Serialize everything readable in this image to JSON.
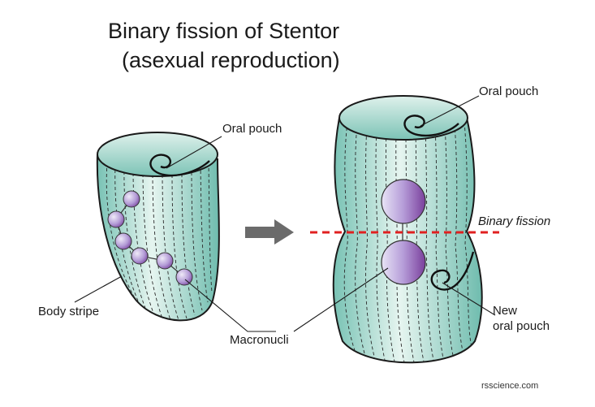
{
  "title_line1": "Binary fission of Stentor",
  "title_line2": "(asexual reproduction)",
  "labels": {
    "oral_pouch_left": "Oral pouch",
    "oral_pouch_right": "Oral pouch",
    "binary_fission": "Binary fission",
    "body_stripe": "Body stripe",
    "macronuclei": "Macronucli",
    "new_oral_pouch_line1": "New",
    "new_oral_pouch_line2": "oral pouch"
  },
  "credit": "rsscience.com",
  "colors": {
    "body_fill": "#9fd6cc",
    "body_light": "#e2f3ee",
    "body_outline": "#1a1a1a",
    "nucleus_dark": "#7d4aa6",
    "nucleus_light": "#e3ddf2",
    "arrow": "#6b6b6b",
    "fission_line": "#e02020"
  }
}
